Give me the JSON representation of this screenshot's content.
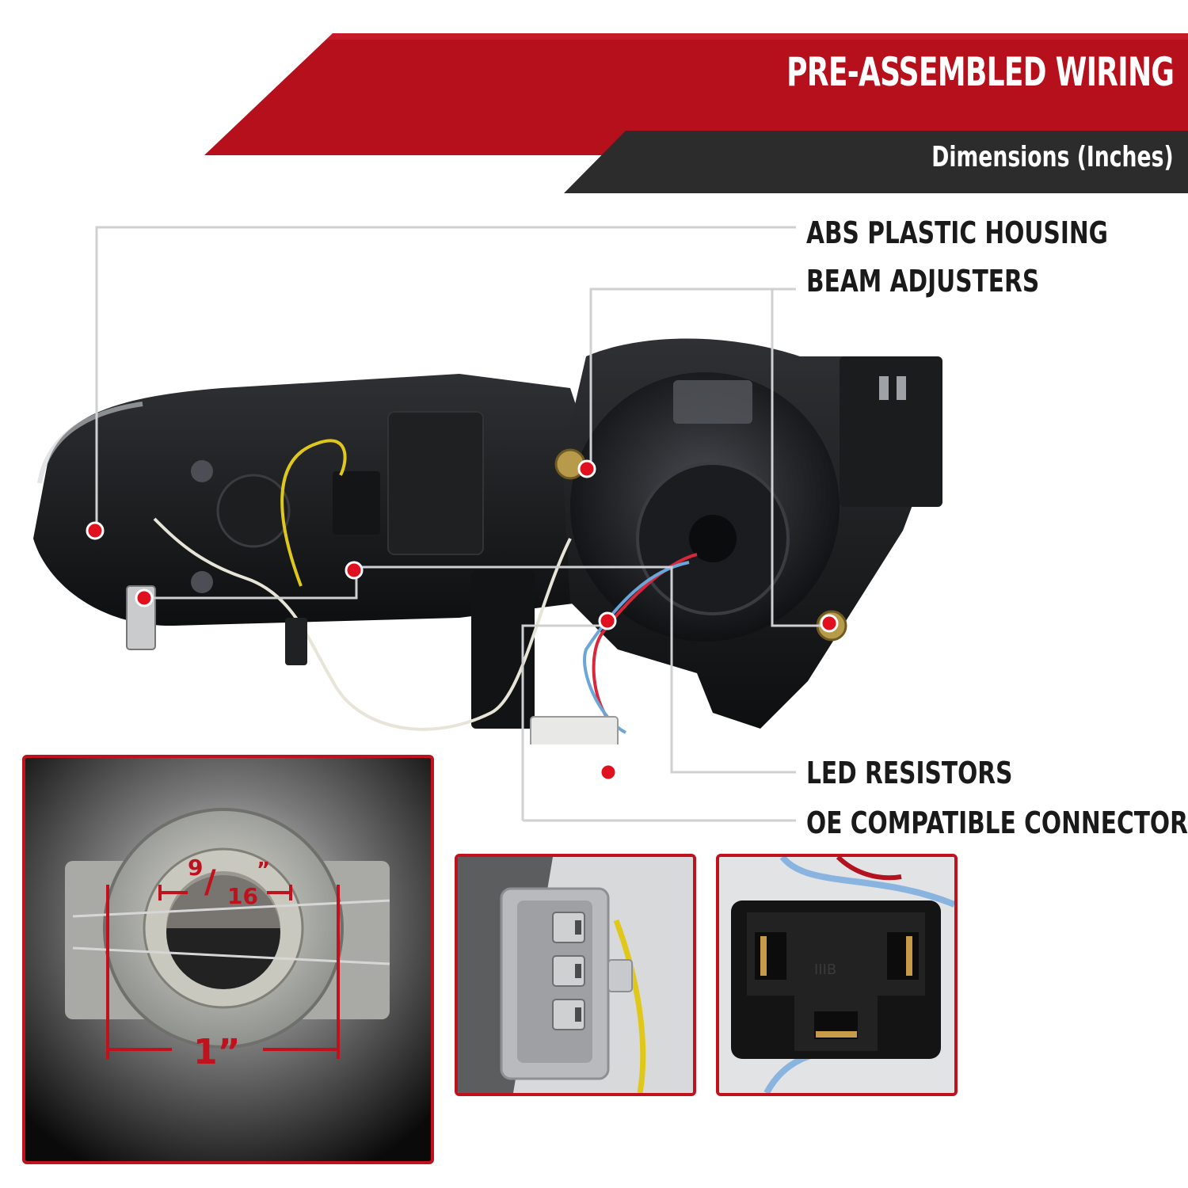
{
  "banner": {
    "title": "PRE-ASSEMBLED WIRING",
    "subtitle": "Dimensions (Inches)",
    "colors": {
      "red": "#b5101c",
      "dark": "#2c2c2c"
    }
  },
  "callouts": {
    "housing": "ABS PLASTIC HOUSING",
    "adjusters": "BEAM ADJUSTERS",
    "resistors": "LED RESISTORS",
    "connectors": "OE COMPATIBLE CONNECTORS"
  },
  "insets": {
    "bulb_socket": {
      "dim_small_num": "9",
      "dim_small_den": "16",
      "dim_small_quote": "”",
      "dim_large": "1”"
    },
    "connector_3pin": {},
    "connector_2pin": {
      "marking": "IIIB"
    }
  },
  "accent_color": "#c0111d",
  "marker_color": "#e0101e"
}
